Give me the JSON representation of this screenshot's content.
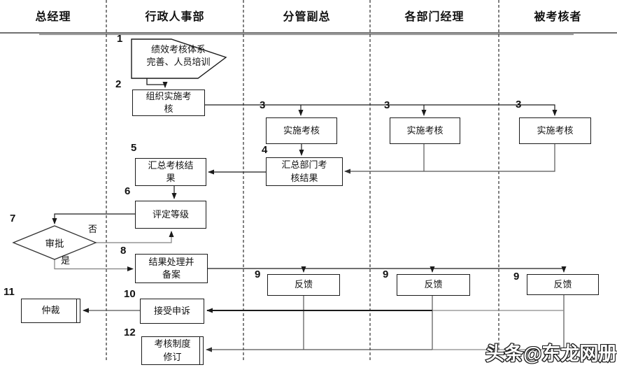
{
  "lanes": [
    {
      "label": "总经理"
    },
    {
      "label": "行政人事部"
    },
    {
      "label": "分管副总"
    },
    {
      "label": "各部门经理"
    },
    {
      "label": "被考核者"
    }
  ],
  "nodes": {
    "plan": {
      "number": "1",
      "lines": [
        "绩效考核体系",
        "完善、人员培训"
      ]
    },
    "organize": {
      "number": "2",
      "lines": [
        "组织实施考",
        "核"
      ]
    },
    "impl_vp": {
      "number": "3",
      "lines": [
        "实施考核"
      ]
    },
    "impl_mgr": {
      "number": "3",
      "lines": [
        "实施考核"
      ]
    },
    "impl_assessee": {
      "number": "3",
      "lines": [
        "实施考核"
      ]
    },
    "summarize_dept": {
      "number": "4",
      "lines": [
        "汇总部门考",
        "核结果"
      ]
    },
    "summarize_all": {
      "number": "5",
      "lines": [
        "汇总考核结",
        "果"
      ]
    },
    "grade": {
      "number": "6",
      "lines": [
        "评定等级"
      ]
    },
    "approve": {
      "number": "7",
      "lines": [
        "审批"
      ]
    },
    "process_file": {
      "number": "8",
      "lines": [
        "结果处理并",
        "备案"
      ]
    },
    "feedback_vp": {
      "number": "9",
      "lines": [
        "反馈"
      ]
    },
    "feedback_mgr": {
      "number": "9",
      "lines": [
        "反馈"
      ]
    },
    "feedback_assessee": {
      "number": "9",
      "lines": [
        "反馈"
      ]
    },
    "appeal": {
      "number": "10",
      "lines": [
        "接受申诉"
      ]
    },
    "arbitrate": {
      "number": "11",
      "lines": [
        "仲裁"
      ]
    },
    "revise": {
      "number": "12",
      "lines": [
        "考核制度",
        "修订"
      ]
    }
  },
  "edge_labels": {
    "no": "否",
    "yes": "是"
  },
  "watermark": "头条@东龙网册",
  "colors": {
    "line": "#1a1a1a",
    "mid_line": "#555555",
    "gray_line": "#8a8a8a",
    "header_rule": "#9a9a9a",
    "background": "#ffffff"
  }
}
